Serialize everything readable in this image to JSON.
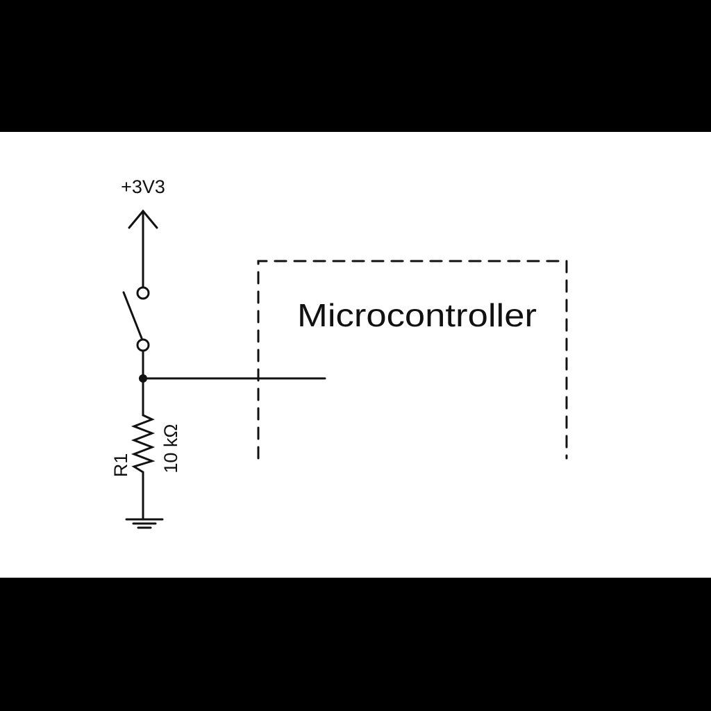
{
  "supply_label": "+3V3",
  "block_label": "Microcontroller",
  "resistor": {
    "ref": "R1",
    "value": "10 kΩ"
  },
  "colors": {
    "background": "#ffffff",
    "letterbox": "#000000",
    "ink": "#111111"
  }
}
